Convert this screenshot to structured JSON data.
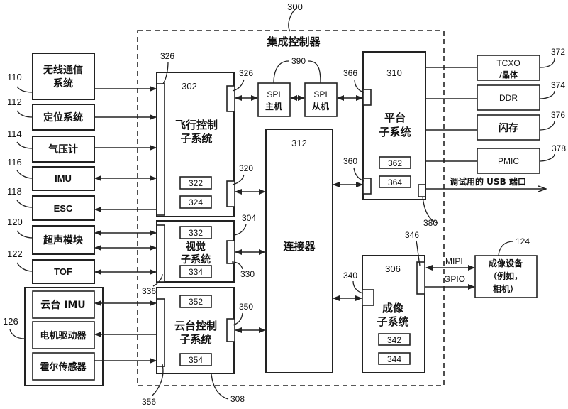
{
  "diagram": {
    "controller": {
      "ref": "300",
      "title": "集成控制器"
    },
    "external_left": [
      {
        "ref": "110",
        "lines": [
          "无线通信",
          "系统"
        ]
      },
      {
        "ref": "112",
        "lines": [
          "定位系统"
        ]
      },
      {
        "ref": "114",
        "lines": [
          "气压计"
        ]
      },
      {
        "ref": "116",
        "lines": [
          "IMU"
        ]
      },
      {
        "ref": "118",
        "lines": [
          "ESC"
        ]
      },
      {
        "ref": "120",
        "lines": [
          "超声模块"
        ]
      },
      {
        "ref": "122",
        "lines": [
          "TOF"
        ]
      }
    ],
    "gimbal_group": {
      "ref": "126",
      "items": [
        "云台 IMU",
        "电机驱动器",
        "霍尔传感器"
      ]
    },
    "flight": {
      "ref": "302",
      "lines": [
        "飞行控制",
        "子系统"
      ],
      "sub": [
        "322",
        "324"
      ],
      "port_left": "326",
      "port_right": "326",
      "port_conn": "320"
    },
    "vision": {
      "ref": "304",
      "lines": [
        "视觉",
        "子系统"
      ],
      "sub": [
        "332",
        "334"
      ],
      "port_conn": "330",
      "port_left": "336"
    },
    "gimbal": {
      "ref": "308",
      "lines": [
        "云台控制",
        "子系统"
      ],
      "sub": [
        "352",
        "354"
      ],
      "port_conn": "350",
      "port_left": "356"
    },
    "connector": {
      "ref": "312",
      "label": "连接器"
    },
    "spi": {
      "ref": "390",
      "master": [
        "SPI",
        "主机"
      ],
      "slave": [
        "SPI",
        "从机"
      ]
    },
    "platform": {
      "ref": "310",
      "lines": [
        "平台",
        "子系统"
      ],
      "sub": [
        "362",
        "364"
      ],
      "port_spi": "366",
      "port_conn": "360",
      "port_usb": "380"
    },
    "imaging": {
      "ref": "306",
      "lines": [
        "成像",
        "子系统"
      ],
      "sub": [
        "342",
        "344"
      ],
      "port_conn": "340",
      "port_out": "346"
    },
    "external_right": [
      {
        "ref": "372",
        "lines": [
          "TCXO",
          "/晶体"
        ]
      },
      {
        "ref": "374",
        "lines": [
          "DDR"
        ]
      },
      {
        "ref": "376",
        "lines": [
          "闪存"
        ]
      },
      {
        "ref": "378",
        "lines": [
          "PMIC"
        ]
      }
    ],
    "usb_label": "调试用的 USB 端口",
    "camera": {
      "ref": "124",
      "lines": [
        "成像设备",
        "（例如，",
        "相机）"
      ]
    },
    "links": {
      "mipi": "MIPI",
      "gpio": "GPIO"
    }
  }
}
